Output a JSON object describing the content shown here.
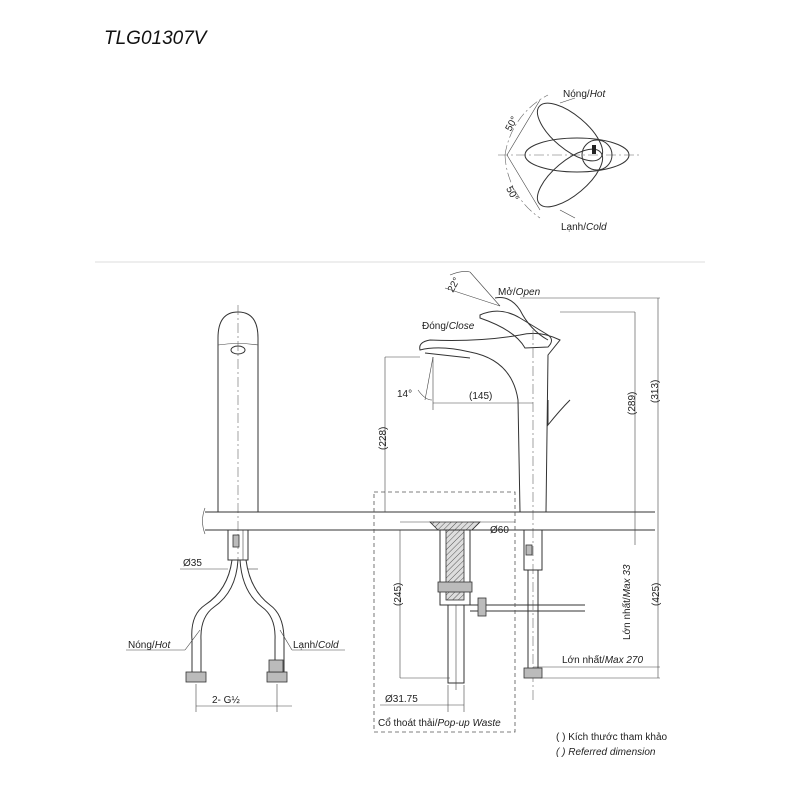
{
  "model": "TLG01307V",
  "handle_view": {
    "hot_label": "Nóng/",
    "hot_label_en": "Hot",
    "cold_label": "Lạnh/",
    "cold_label_en": "Cold",
    "angle_top": "50°",
    "angle_bottom": "50°"
  },
  "side_view": {
    "open_label": "Mở/",
    "open_label_en": "Open",
    "close_label": "Đóng/",
    "close_label_en": "Close",
    "angle_open": "22°",
    "angle_spout": "14°",
    "dim_reach": "(145)",
    "dim_spout_height": "(228)",
    "dim_289": "(289)",
    "dim_313": "(313)",
    "dim_60": "Ø60",
    "dim_245": "(245)",
    "dim_max33_vi": "Lớn nhất/",
    "dim_max33_en": "Max 33",
    "dim_425": "(425)",
    "dim_max270_vi": "Lớn nhất/",
    "dim_max270_en": "Max 270",
    "dim_3175": "Ø31.75",
    "waste_label_vi": "Cổ thoát thải/",
    "waste_label_en": "Pop-up Waste"
  },
  "front_view": {
    "dim_35": "Ø35",
    "hot_label": "Nóng/",
    "hot_label_en": "Hot",
    "cold_label": "Lạnh/",
    "cold_label_en": "Cold",
    "thread_label": "2- G½"
  },
  "legend": {
    "line1": "( ) Kích thước tham khảo",
    "line2": "( ) Referred dimension"
  }
}
